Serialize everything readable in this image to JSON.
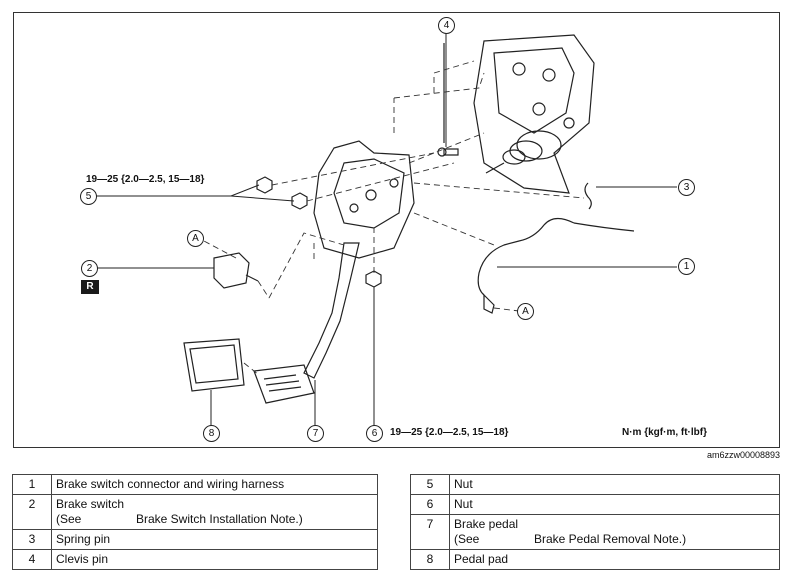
{
  "diagram": {
    "torque_left": "19—25 {2.0—2.5, 15—18}",
    "torque_bottom": "19—25 {2.0—2.5, 15—18}",
    "units": "N·m {kgf·m, ft·lbf}",
    "figure_id": "am6zzw00008893",
    "r_badge": "R",
    "callouts": [
      "1",
      "2",
      "3",
      "4",
      "5",
      "6",
      "7",
      "8"
    ],
    "ref_a_1": "A",
    "ref_a_2": "A"
  },
  "legend_left": [
    {
      "num": "1",
      "text": "Brake switch connector and wiring harness"
    },
    {
      "num": "2",
      "text": "Brake switch",
      "see": "(See",
      "note": "Brake Switch Installation Note.)"
    },
    {
      "num": "3",
      "text": "Spring pin"
    },
    {
      "num": "4",
      "text": "Clevis pin"
    }
  ],
  "legend_right": [
    {
      "num": "5",
      "text": "Nut"
    },
    {
      "num": "6",
      "text": "Nut"
    },
    {
      "num": "7",
      "text": "Brake pedal",
      "see": "(See",
      "note": "Brake Pedal Removal Note.)"
    },
    {
      "num": "8",
      "text": "Pedal pad"
    }
  ]
}
